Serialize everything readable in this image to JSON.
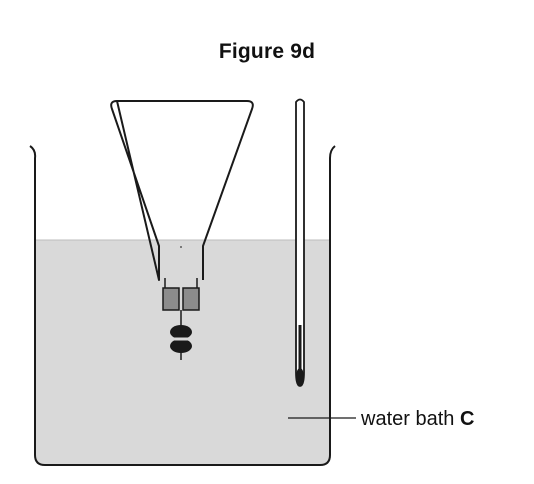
{
  "figure": {
    "title": "Figure 9d"
  },
  "labels": {
    "water_bath_text": "water bath ",
    "water_bath_letter": "C"
  },
  "colors": {
    "water": "#d9d9d9",
    "outline": "#1a1a1a",
    "bung": "#8c8c8c",
    "thermometer_bulb": "#1a1a1a"
  }
}
